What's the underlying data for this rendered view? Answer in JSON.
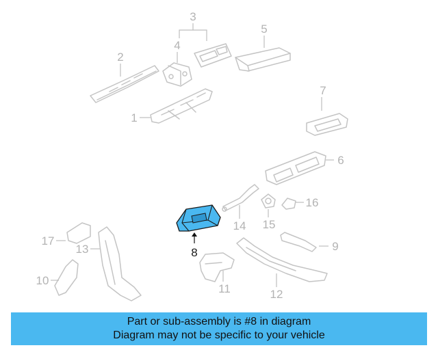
{
  "diagram": {
    "highlight_color": "#4ab8f0",
    "callouts": {
      "c1": "1",
      "c2": "2",
      "c3": "3",
      "c4": "4",
      "c5": "5",
      "c6": "6",
      "c7": "7",
      "c8": "8",
      "c9": "9",
      "c10": "10",
      "c11": "11",
      "c12": "12",
      "c13": "13",
      "c14": "14",
      "c15": "15",
      "c16": "16",
      "c17": "17"
    }
  },
  "banner": {
    "line1": "Part or sub-assembly is #8 in diagram",
    "line2": "Diagram may not be specific to your vehicle",
    "background": "#4ab8f0"
  }
}
